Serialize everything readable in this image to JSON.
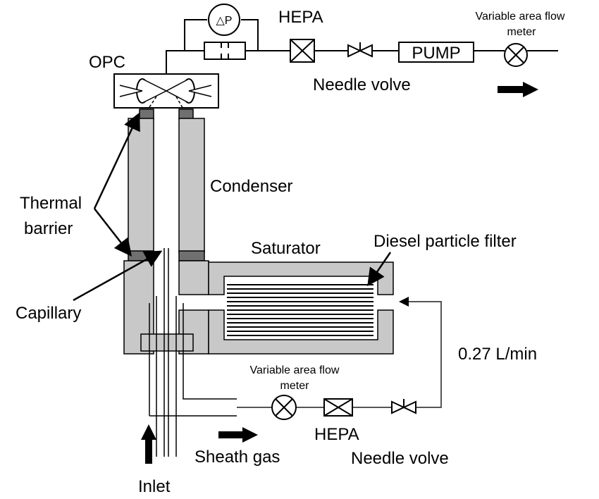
{
  "labels": {
    "delta_p": "△P",
    "hepa_top": "HEPA",
    "flow_meter_top": "Variable area flow meter",
    "flow_meter_top_line1": "Variable area flow",
    "flow_meter_top_line2": "meter",
    "pump": "PUMP",
    "opc": "OPC",
    "needle_valve_top": "Needle volve",
    "condenser": "Condenser",
    "thermal_barrier_line1": "Thermal",
    "thermal_barrier_line2": "barrier",
    "saturator": "Saturator",
    "diesel_filter": "Diesel particle filter",
    "capillary": "Capillary",
    "flow_rate": "0.27 L/min",
    "flow_meter_bottom_line1": "Variable area flow",
    "flow_meter_bottom_line2": "meter",
    "hepa_bottom": "HEPA",
    "sheath_gas": "Sheath gas",
    "needle_valve_bottom": "Needle volve",
    "inlet": "Inlet"
  },
  "colors": {
    "block_fill": "#c8c8c8",
    "barrier_fill": "#707070",
    "line": "#000000",
    "tube_line": "#555555"
  }
}
